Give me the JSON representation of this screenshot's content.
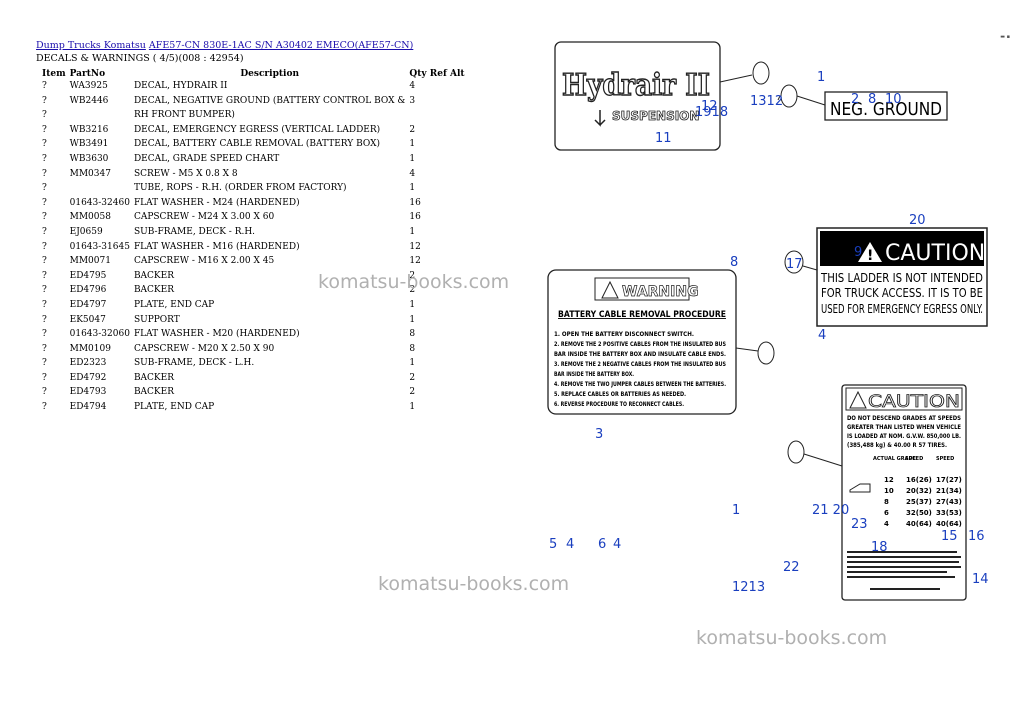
{
  "breadcrumb": {
    "link1": "Dump Trucks Komatsu",
    "link2": "AFE57-CN 830E-1AC S/N A30402 EMECO(AFE57-CN)"
  },
  "subtitle": "DECALS & WARNINGS ( 4/5)(008 : 42954)",
  "table": {
    "headers": [
      "Item",
      "PartNo",
      "Description",
      "Qty Ref Alt"
    ],
    "rows": [
      [
        "?",
        "WA3925",
        "DECAL, HYDRAIR II",
        "4"
      ],
      [
        "?",
        "WB2446",
        "DECAL, NEGATIVE GROUND (BATTERY CONTROL BOX &",
        "3"
      ],
      [
        "?",
        "",
        "RH FRONT BUMPER)",
        ""
      ],
      [
        "?",
        "WB3216",
        "DECAL, EMERGENCY EGRESS (VERTICAL LADDER)",
        "2"
      ],
      [
        "?",
        "WB3491",
        "DECAL, BATTERY CABLE REMOVAL (BATTERY BOX)",
        "1"
      ],
      [
        "?",
        "WB3630",
        "DECAL, GRADE SPEED CHART",
        "1"
      ],
      [
        "?",
        "MM0347",
        "SCREW - M5 X 0.8 X 8",
        "4"
      ],
      [
        "?",
        "",
        "TUBE, ROPS - R.H. (ORDER FROM FACTORY)",
        "1"
      ],
      [
        "?",
        "01643-32460",
        "FLAT WASHER - M24 (HARDENED)",
        "16"
      ],
      [
        "?",
        "MM0058",
        "CAPSCREW - M24 X 3.00 X 60",
        "16"
      ],
      [
        "?",
        "EJ0659",
        "SUB-FRAME, DECK - R.H.",
        "1"
      ],
      [
        "?",
        "01643-31645",
        "FLAT WASHER - M16 (HARDENED)",
        "12"
      ],
      [
        "?",
        "MM0071",
        "CAPSCREW - M16 X 2.00 X 45",
        "12"
      ],
      [
        "?",
        "ED4795",
        "BACKER",
        "2"
      ],
      [
        "?",
        "ED4796",
        "BACKER",
        "2"
      ],
      [
        "?",
        "ED4797",
        "PLATE, END CAP",
        "1"
      ],
      [
        "?",
        "EK5047",
        "SUPPORT",
        "1"
      ],
      [
        "?",
        "01643-32060",
        "FLAT WASHER - M20 (HARDENED)",
        "8"
      ],
      [
        "?",
        "MM0109",
        "CAPSCREW - M20 X 2.50 X 90",
        "8"
      ],
      [
        "?",
        "ED2323",
        "SUB-FRAME, DECK - L.H.",
        "1"
      ],
      [
        "?",
        "ED4792",
        "BACKER",
        "2"
      ],
      [
        "?",
        "ED4793",
        "BACKER",
        "2"
      ],
      [
        "?",
        "ED4794",
        "PLATE, END CAP",
        "1"
      ]
    ]
  },
  "watermark": "komatsu-books.com",
  "diagram": {
    "hydrair_text": "Hydrair II",
    "hydrair_sub": "SUSPENSION",
    "neg_ground": "NEG. GROUND",
    "caution": "CAUTION",
    "ladder_lines": [
      "THIS LADDER IS NOT INTENDED",
      "FOR TRUCK ACCESS.  IT IS TO BE",
      "USED FOR EMERGENCY EGRESS ONLY."
    ],
    "warning": "WARNING",
    "battery_title": "BATTERY CABLE REMOVAL PROCEDURE",
    "battery_steps": [
      "1. OPEN THE BATTERY DISCONNECT SWITCH.",
      "2. REMOVE THE 2 POSITIVE CABLES FROM THE INSULATED BUS",
      "   BAR INSIDE THE BATTERY BOX AND INSULATE CABLE ENDS.",
      "3. REMOVE THE 2 NEGATIVE CABLES FROM THE INSULATED BUS",
      "   BAR INSIDE THE BATTERY BOX.",
      "4. REMOVE THE TWO JUMPER CABLES BETWEEN THE BATTERIES.",
      "5. REPLACE CABLES OR BATTERIES AS NEEDED.",
      "6. REVERSE PROCEDURE TO RECONNECT CABLES."
    ],
    "grade_caution": "CAUTION",
    "grade_lines": [
      "DO NOT DESCEND GRADES AT SPEEDS",
      "GREATER THAN LISTED WHEN VEHICLE",
      "IS LOADED AT NOM. G.V.W. 850,000 LB.",
      "(385,488 kg) & 40.00 R 57 TIRES."
    ],
    "grade_headers": [
      "ACTUAL GRADE",
      "SPEED",
      "SPEED"
    ],
    "grade_rows": [
      [
        "12",
        "16(26)",
        "17(27)"
      ],
      [
        "10",
        "20(32)",
        "21(34)"
      ],
      [
        "8",
        "25(37)",
        "27(43)"
      ],
      [
        "6",
        "32(50)",
        "33(53)"
      ],
      [
        "4",
        "40(64)",
        "40(64)"
      ]
    ],
    "callouts": {
      "c_1_top": "1",
      "c_1312": "1312",
      "c_2": "2",
      "c_8a": "8",
      "c_10": "10",
      "c_1918": "1918",
      "c_12": "12",
      "c_11": "11",
      "c_20": "20",
      "c_9": "9",
      "c_8b": "8",
      "c_17": "17",
      "c_4": "4",
      "c_3": "3",
      "c_5": "5",
      "c_4b": "4",
      "c_6": "6",
      "c_4c": "4",
      "c_1_bottom": "1",
      "c_2120": "21 20",
      "c_23": "23",
      "c_18": "18",
      "c_15": "15",
      "c_16": "16",
      "c_22": "22",
      "c_1213": "1213",
      "c_14": "14"
    }
  }
}
